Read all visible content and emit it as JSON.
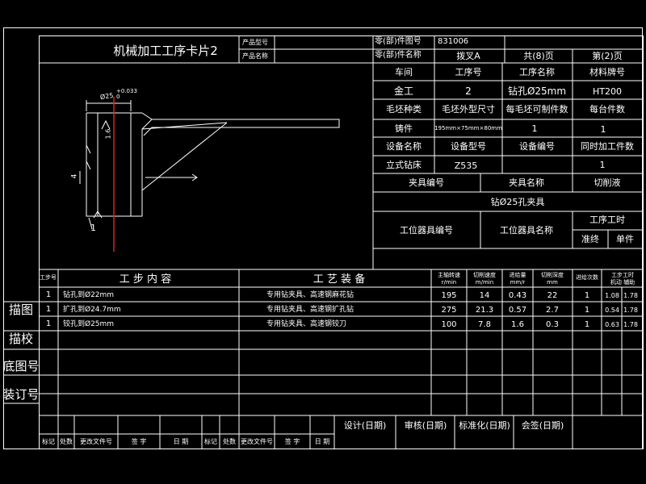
{
  "card": {
    "title": "机械加工工序卡片2",
    "product_model_label": "产品型号",
    "product_name_label": "产品名称",
    "part_no_label": "零(部)件图号",
    "part_no_value": "831006",
    "part_name_label": "零(部)件名称",
    "part_name_value": "拨叉A",
    "total_pages": "共(8)页",
    "page_no": "第(2)页"
  },
  "header_info": {
    "workshop_label": "车间",
    "op_no_label": "工序号",
    "op_name_label": "工序名称",
    "material_label": "材料牌号",
    "workshop_value": "金工",
    "op_no_value": "2",
    "op_name_value": "钻孔Ø25mm",
    "material_value": "HT200",
    "blank_type_label": "毛坯种类",
    "blank_size_label": "毛坯外型尺寸",
    "per_blank_label": "每毛坯可制件数",
    "per_unit_label": "每台件数",
    "blank_type_value": "铸件",
    "blank_size_value": "195mm×75mm×80mm",
    "per_blank_value": "1",
    "per_unit_value": "1",
    "equip_name_label": "设备名称",
    "equip_model_label": "设备型号",
    "equip_no_label": "设备编号",
    "concurrent_label": "同时加工件数",
    "equip_name_value": "立式钻床",
    "equip_model_value": "Z535",
    "concurrent_value": "1",
    "fixture_no_label": "夹具编号",
    "fixture_name_label": "夹具名称",
    "coolant_label": "切削液",
    "fixture_name_value": "钻Ø25孔夹具",
    "station_tool_no_label": "工位器具编号",
    "station_tool_name_label": "工位器具名称",
    "op_time_label": "工序工时",
    "standard_time_label": "准终",
    "unit_time_label": "单件"
  },
  "drawing": {
    "dim_diameter": "Ø25",
    "dim_tolerance": "+0.033\n0",
    "dim_roughness": "1.6",
    "dim_side": "4",
    "mark_1": "1"
  },
  "steps_header": {
    "step_no": "工步号",
    "content": "工  步  内  容",
    "equipment": "工  艺  装  备",
    "spindle_speed": "主轴转速\nr/min",
    "cut_speed": "切削速度\nm/min",
    "feed": "进给量\nmm/r",
    "depth": "切削深度\nmm",
    "passes": "进给次数",
    "time": "工步工时\n机动 辅助"
  },
  "steps": [
    {
      "no": "1",
      "content": "钻孔到Ø22mm",
      "equipment": "专用钻夹具、高速钢麻花钻",
      "speed": "195",
      "vc": "14",
      "feed": "0.43",
      "depth": "22",
      "passes": "1",
      "t_machine": "1.08",
      "t_aux": "1.78"
    },
    {
      "no": "1",
      "content": "扩孔到Ø24.7mm",
      "equipment": "专用钻夹具、高速钢扩孔钻",
      "speed": "275",
      "vc": "21.3",
      "feed": "0.57",
      "depth": "2.7",
      "passes": "1",
      "t_machine": "0.54",
      "t_aux": "1.78"
    },
    {
      "no": "1",
      "content": "铰孔到Ø25mm",
      "equipment": "专用钻夹具、高速钢铰刀",
      "speed": "100",
      "vc": "7.8",
      "feed": "1.6",
      "depth": "0.3",
      "passes": "1",
      "t_machine": "0.63",
      "t_aux": "1.78"
    }
  ],
  "side_labels": [
    "描图",
    "描校",
    "底图号",
    "装订号"
  ],
  "footer": {
    "design": "设计(日期)",
    "review": "审核(日期)",
    "standardize": "标准化(日期)",
    "countersign": "会签(日期)",
    "mark": "标记",
    "count": "处数",
    "change_doc": "更改文件号",
    "sign": "签  字",
    "date": "日  期"
  },
  "colors": {
    "line": "#ffffff",
    "axis": "#e0201c",
    "bg": "#000000"
  }
}
